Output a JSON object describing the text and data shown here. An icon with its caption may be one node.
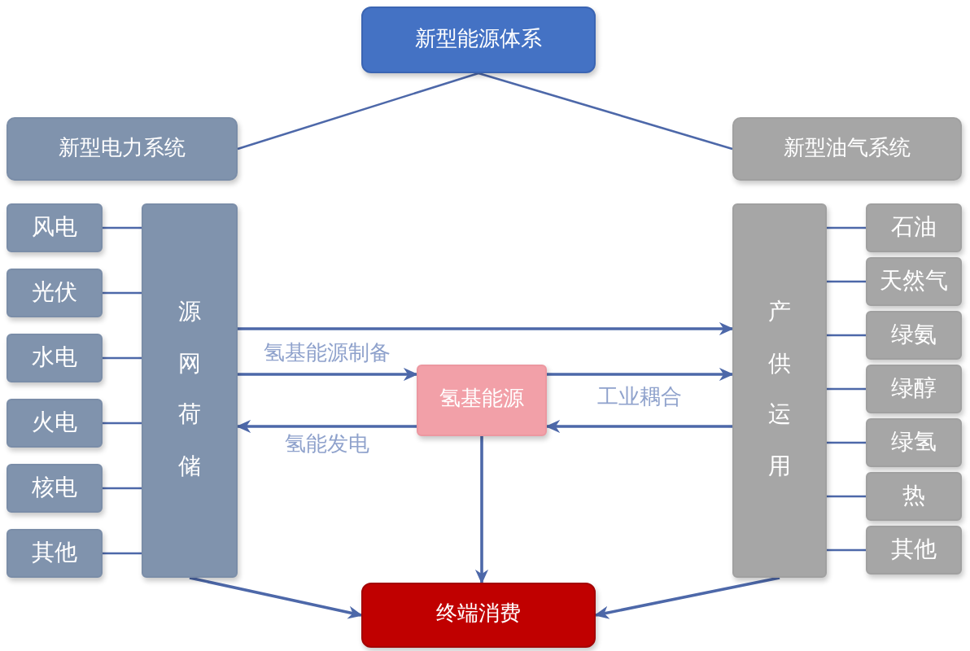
{
  "diagram": {
    "nodes": [
      {
        "text": [
          "新型能源体系"
        ]
      },
      {
        "text": [
          "新型电力系统"
        ]
      },
      {
        "text": [
          "新型油气系统"
        ]
      },
      {
        "text": [
          "风电"
        ]
      },
      {
        "text": [
          "光伏"
        ]
      },
      {
        "text": [
          "水电"
        ]
      },
      {
        "text": [
          "火电"
        ]
      },
      {
        "text": [
          "核电"
        ]
      },
      {
        "text": [
          "其他"
        ]
      },
      {
        "text": [
          "源网荷储"
        ]
      },
      {
        "text": [
          "氢基能源"
        ]
      },
      {
        "text": [
          "产供运用"
        ]
      },
      {
        "text": [
          "石油"
        ]
      },
      {
        "text": [
          "天然气"
        ]
      },
      {
        "text": [
          "绿氨"
        ]
      },
      {
        "text": [
          "绿醇"
        ]
      },
      {
        "text": [
          "绿氢"
        ]
      },
      {
        "text": [
          "热"
        ]
      },
      {
        "text": [
          "其他"
        ]
      },
      {
        "text": [
          "终端消费"
        ]
      }
    ],
    "edges": [
      {
        "from": 0,
        "to": 1,
        "arrow": "none"
      },
      {
        "from": 0,
        "to": 2,
        "arrow": "none"
      },
      {
        "from": 3,
        "to": 9,
        "arrow": "none"
      },
      {
        "from": 4,
        "to": 9,
        "arrow": "none"
      },
      {
        "from": 5,
        "to": 9,
        "arrow": "none"
      },
      {
        "from": 6,
        "to": 9,
        "arrow": "none"
      },
      {
        "from": 7,
        "to": 9,
        "arrow": "none"
      },
      {
        "from": 8,
        "to": 9,
        "arrow": "none"
      },
      {
        "from": 9,
        "to": 11,
        "arrow": "to"
      },
      {
        "from": 9,
        "to": 10,
        "arrow": "to",
        "label": "氢基能源制备"
      },
      {
        "from": 10,
        "to": 9,
        "arrow": "to",
        "label": "氢能发电"
      },
      {
        "from": 10,
        "to": 11,
        "arrow": "to",
        "label": "工业耦合"
      },
      {
        "from": 11,
        "to": 10,
        "arrow": "to"
      },
      {
        "from": 11,
        "to": 12,
        "arrow": "none"
      },
      {
        "from": 11,
        "to": 13,
        "arrow": "none"
      },
      {
        "from": 11,
        "to": 14,
        "arrow": "none"
      },
      {
        "from": 11,
        "to": 15,
        "arrow": "none"
      },
      {
        "from": 11,
        "to": 16,
        "arrow": "none"
      },
      {
        "from": 11,
        "to": 17,
        "arrow": "none"
      },
      {
        "from": 11,
        "to": 18,
        "arrow": "none"
      },
      {
        "from": 10,
        "to": 19,
        "arrow": "to"
      },
      {
        "from": 9,
        "to": 19,
        "arrow": "to"
      },
      {
        "from": 11,
        "to": 19,
        "arrow": "to"
      }
    ]
  }
}
